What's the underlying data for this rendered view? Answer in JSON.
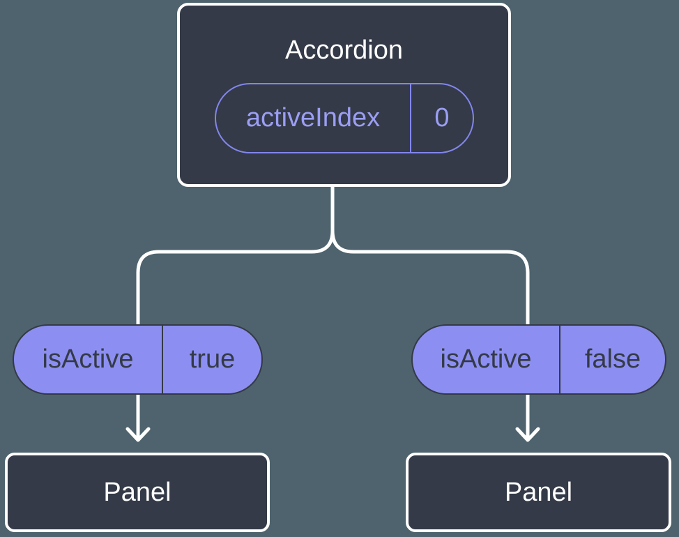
{
  "diagram": {
    "type": "react-component-tree",
    "colors": {
      "background": "#4e636d",
      "node_fill": "#343a47",
      "node_border": "#ffffff",
      "connector": "#ffffff",
      "pill_fill": "#8c8ff1",
      "pill_border_dark": "#343a47",
      "state_pill_border": "#8286ed",
      "state_pill_text": "#9b9ef4",
      "node_text": "#ffffff"
    },
    "root": {
      "title": "Accordion",
      "state": {
        "name": "activeIndex",
        "value": "0"
      }
    },
    "children": [
      {
        "title": "Panel",
        "prop": {
          "name": "isActive",
          "value": "true"
        }
      },
      {
        "title": "Panel",
        "prop": {
          "name": "isActive",
          "value": "false"
        }
      }
    ]
  }
}
